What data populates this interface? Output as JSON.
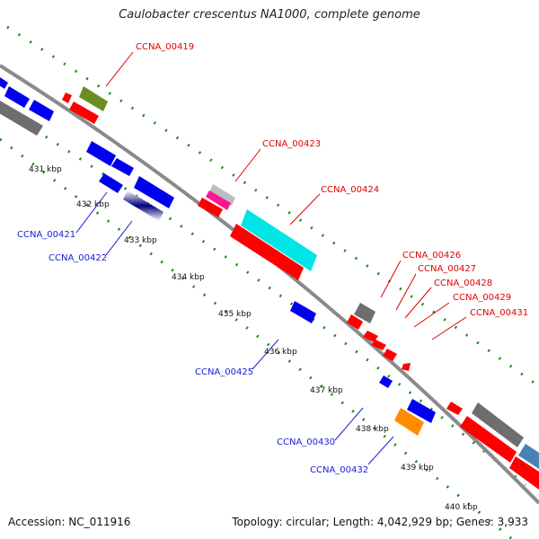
{
  "title": "Caulobacter crescentus NA1000, complete genome",
  "footer": {
    "accession": "Accession: NC_011916",
    "summary": "Topology: circular; Length: 4,042,929 bp; Genes: 3,933"
  },
  "colors": {
    "backbone": "#8a8a8a",
    "forward_strand": "#ff0000",
    "reverse_strand": "#0000ee",
    "dotted_track": "#1a8a1a",
    "grey_feature": "#6e6e6e",
    "olive_feature": "#6b8e23",
    "pink_feature": "#ff1493",
    "cyan_feature": "#00e5e5",
    "orange_feature": "#ff8c00",
    "navy_feature": "#00007f",
    "steel_feature": "#4682b4"
  },
  "ruler_labels": [
    "431 kbp",
    "432 kbp",
    "433 kbp",
    "434 kbp",
    "435 kbp",
    "436 kbp",
    "437 kbp",
    "438 kbp",
    "439 kbp",
    "440 kbp"
  ],
  "forward_genes": [
    "CCNA_00419",
    "CCNA_00423",
    "CCNA_00424",
    "CCNA_00426",
    "CCNA_00427",
    "CCNA_00428",
    "CCNA_00429",
    "CCNA_00431"
  ],
  "reverse_genes": [
    "CCNA_00421",
    "CCNA_00422",
    "CCNA_00425",
    "CCNA_00430",
    "CCNA_00432"
  ]
}
